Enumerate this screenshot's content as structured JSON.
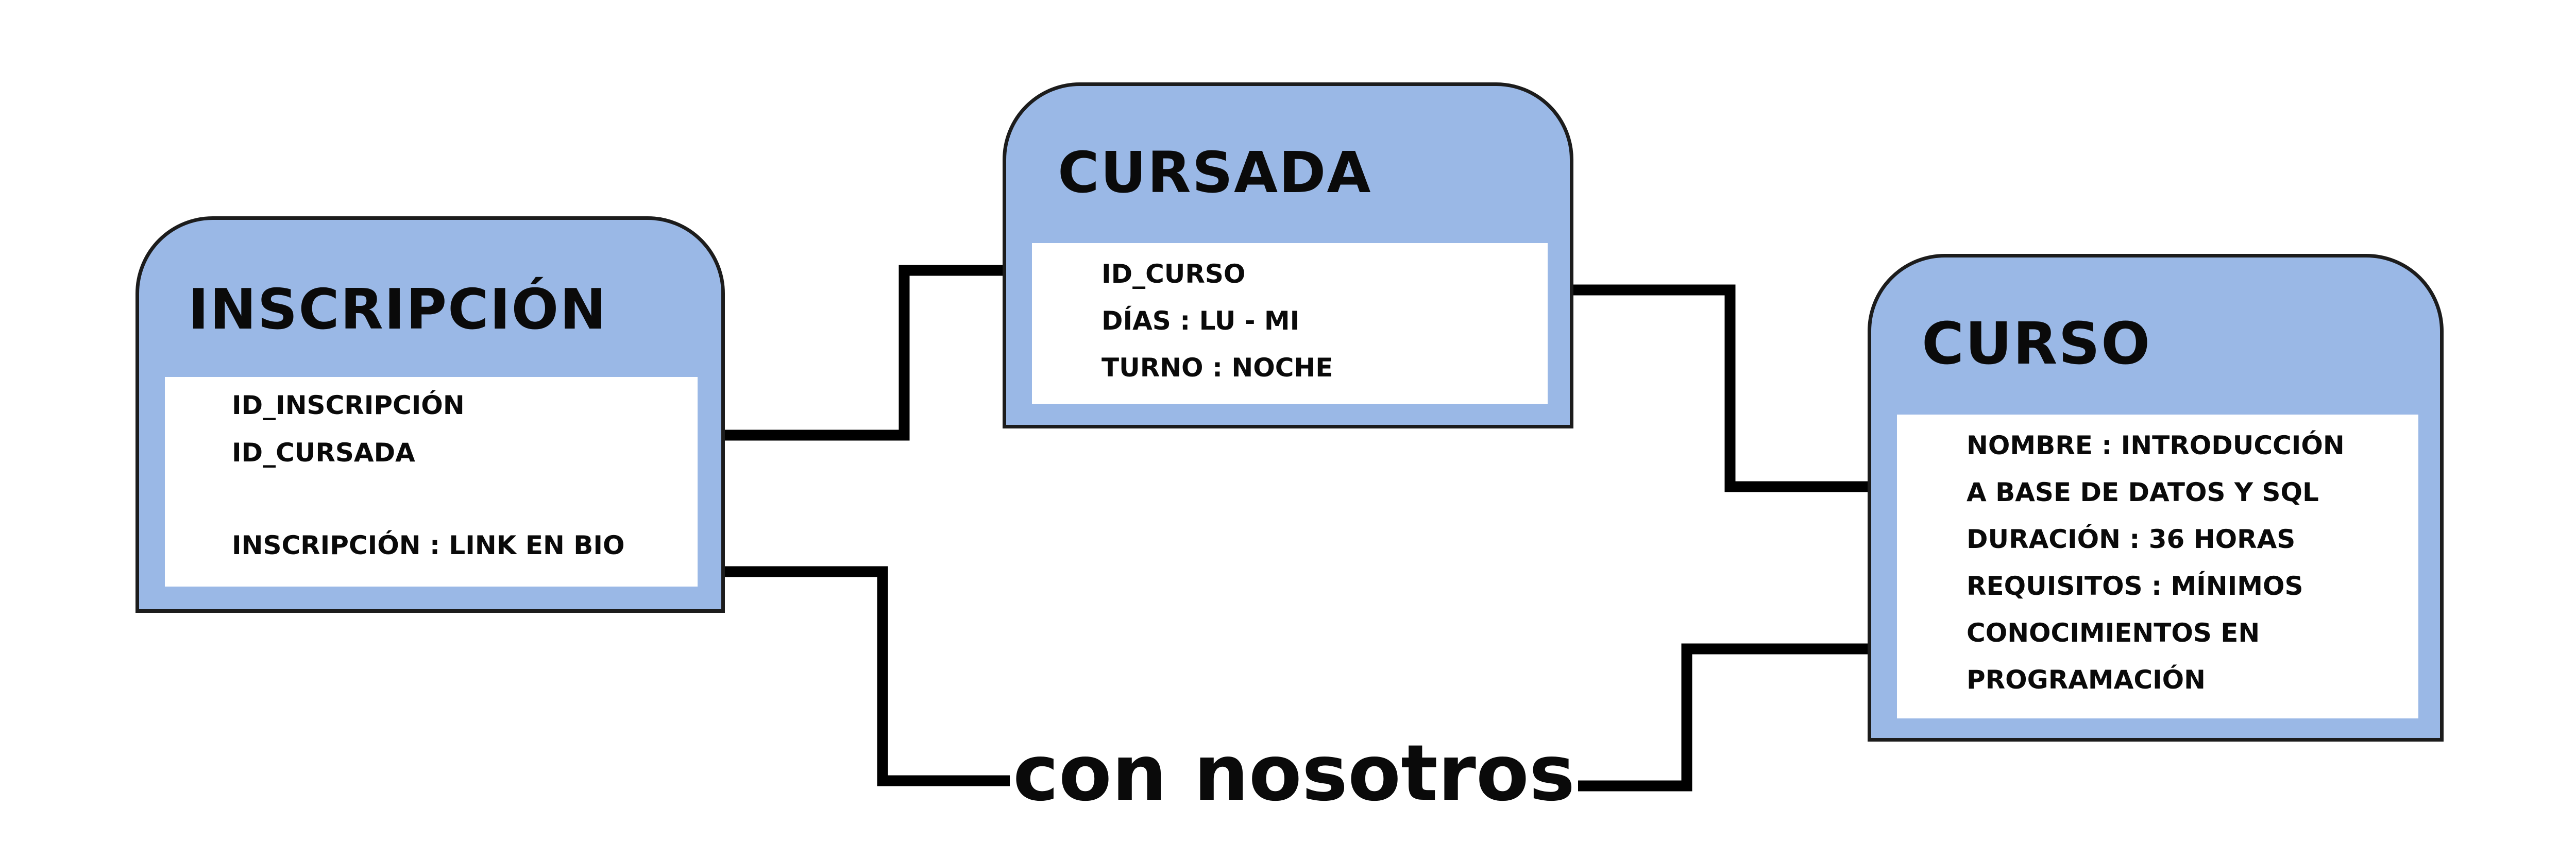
{
  "colors": {
    "header_fill": "#9ab8e6",
    "outline": "#1c1c1c",
    "field_background": "#ffffff",
    "text": "#0a0a0a",
    "connector": "#000000"
  },
  "tables": {
    "inscripcion": {
      "title": "INSCRIPCIÓN",
      "fields": [
        "ID_INSCRIPCIÓN",
        "ID_CURSADA",
        "INSCRIPCIÓN :  LINK EN BIO"
      ]
    },
    "cursada": {
      "title": "CURSADA",
      "fields": [
        "ID_CURSO",
        "DÍAS :  LU  -  MI",
        "TURNO :  NOCHE"
      ]
    },
    "curso": {
      "title": "CURSO",
      "fields": [
        "NOMBRE :  INTRODUCCIÓN",
        "A BASE DE DATOS Y SQL",
        "DURACIÓN :  36 HORAS",
        "REQUISITOS :  MÍNIMOS",
        "CONOCIMIENTOS EN",
        "PROGRAMACIÓN"
      ]
    }
  },
  "footer": {
    "text": "con nosotros"
  }
}
